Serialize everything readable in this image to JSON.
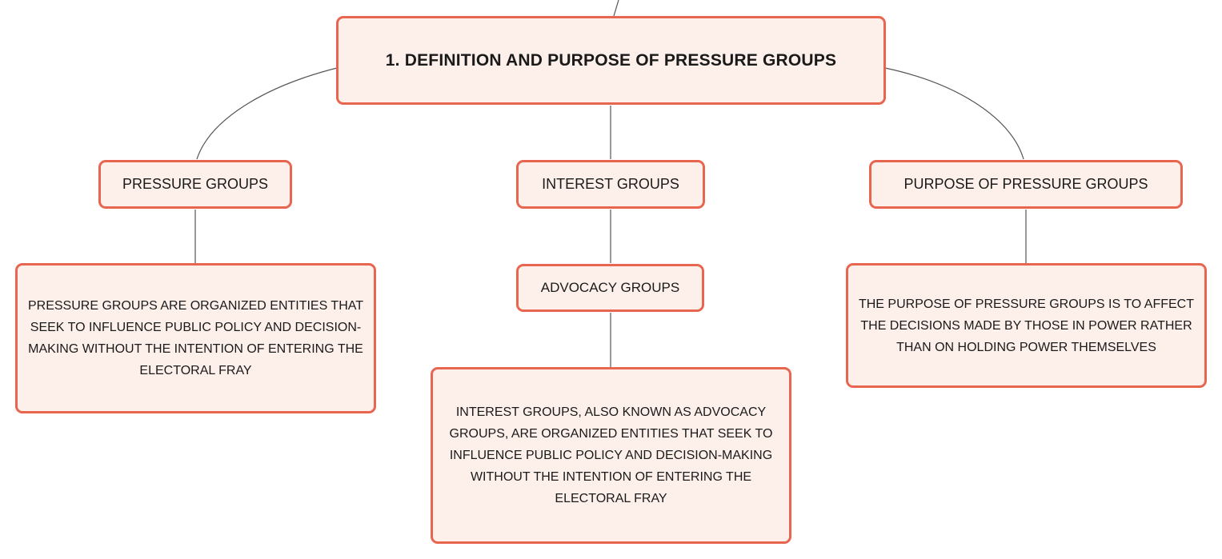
{
  "colors": {
    "node_fill": "#fdf0eb",
    "node_border": "#e8654f",
    "connector": "#555555",
    "text": "#1a1a1a"
  },
  "root": {
    "label": "1. DEFINITION AND PURPOSE OF PRESSURE GROUPS"
  },
  "branches": {
    "pressure_groups": {
      "label": "PRESSURE GROUPS",
      "definition": "PRESSURE GROUPS ARE ORGANIZED ENTITIES THAT SEEK TO INFLUENCE PUBLIC POLICY AND DECISION-MAKING WITHOUT THE INTENTION OF ENTERING THE ELECTORAL FRAY"
    },
    "interest_groups": {
      "label": "INTEREST GROUPS",
      "subtopic": "ADVOCACY GROUPS",
      "definition": "INTEREST GROUPS, ALSO KNOWN AS ADVOCACY GROUPS, ARE ORGANIZED ENTITIES THAT SEEK TO INFLUENCE PUBLIC POLICY AND DECISION-MAKING WITHOUT THE INTENTION OF ENTERING THE ELECTORAL FRAY"
    },
    "purpose": {
      "label": "PURPOSE OF PRESSURE GROUPS",
      "definition": "THE PURPOSE OF PRESSURE GROUPS IS TO AFFECT THE DECISIONS MADE BY THOSE IN POWER RATHER THAN ON HOLDING POWER THEMSELVES"
    }
  }
}
